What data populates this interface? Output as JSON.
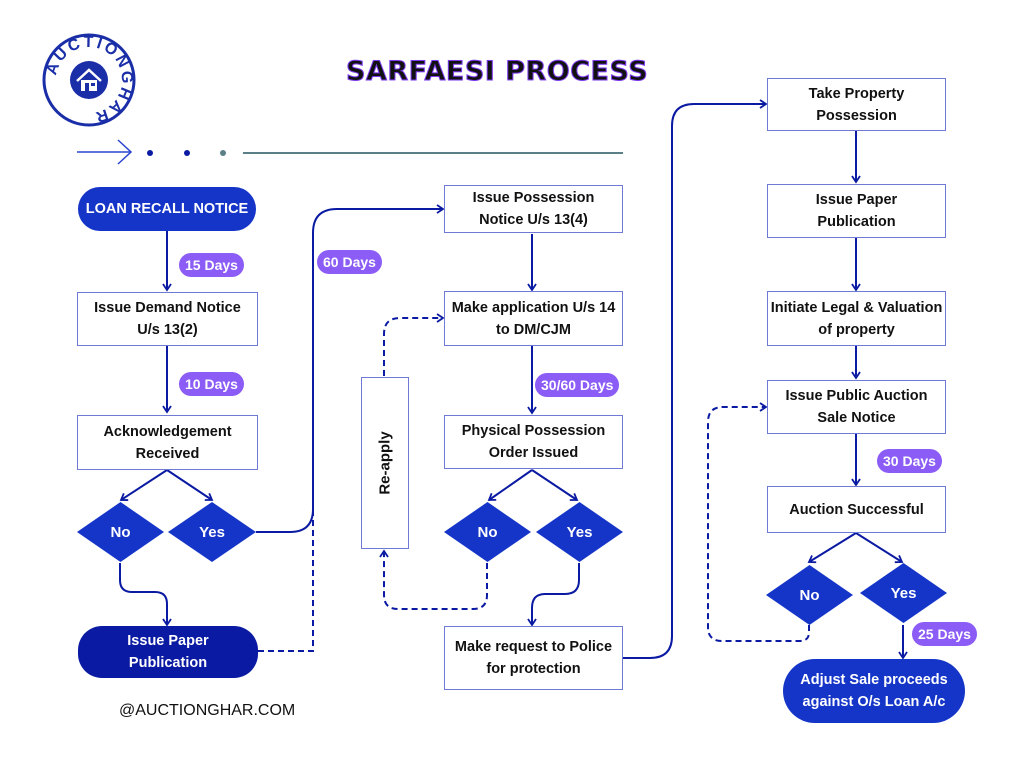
{
  "title": "SARFAESI PROCESS",
  "logo": {
    "text": "AUCTIONGHAR",
    "icon": "house-icon"
  },
  "footer": "@AUCTIONGHAR.COM",
  "colors": {
    "primary": "#1535c8",
    "dark_primary": "#0b1aa2",
    "connector": "#0b1aa2",
    "badge": "#8b5cf6",
    "box_border": "#6f79d6",
    "title_outline": "#7c3aed",
    "decor_line": "#5b7f86"
  },
  "column1": {
    "start": "LOAN RECALL NOTICE",
    "badge1": "15 Days",
    "step1": "Issue Demand Notice U/s 13(2)",
    "badge2": "10 Days",
    "step2": "Acknowledgement Received",
    "no": "No",
    "yes": "Yes",
    "paper": "Issue Paper Publication",
    "badge3": "60 Days"
  },
  "column2": {
    "step1": "Issue Possession Notice U/s 13(4)",
    "step2": "Make application U/s 14 to DM/CJM",
    "badge1": "30/60 Days",
    "step3": "Physical Possession Order Issued",
    "reapply": "Re-apply",
    "no": "No",
    "yes": "Yes",
    "step4": "Make request to Police for protection"
  },
  "column3": {
    "step1": "Take Property Possession",
    "step2": "Issue Paper Publication",
    "step3": "Initiate Legal & Valuation of property",
    "step4": "Issue Public Auction Sale Notice",
    "badge1": "30 Days",
    "step5": "Auction Successful",
    "no": "No",
    "yes": "Yes",
    "badge2": "25 Days",
    "end": "Adjust Sale proceeds against O/s Loan A/c"
  }
}
